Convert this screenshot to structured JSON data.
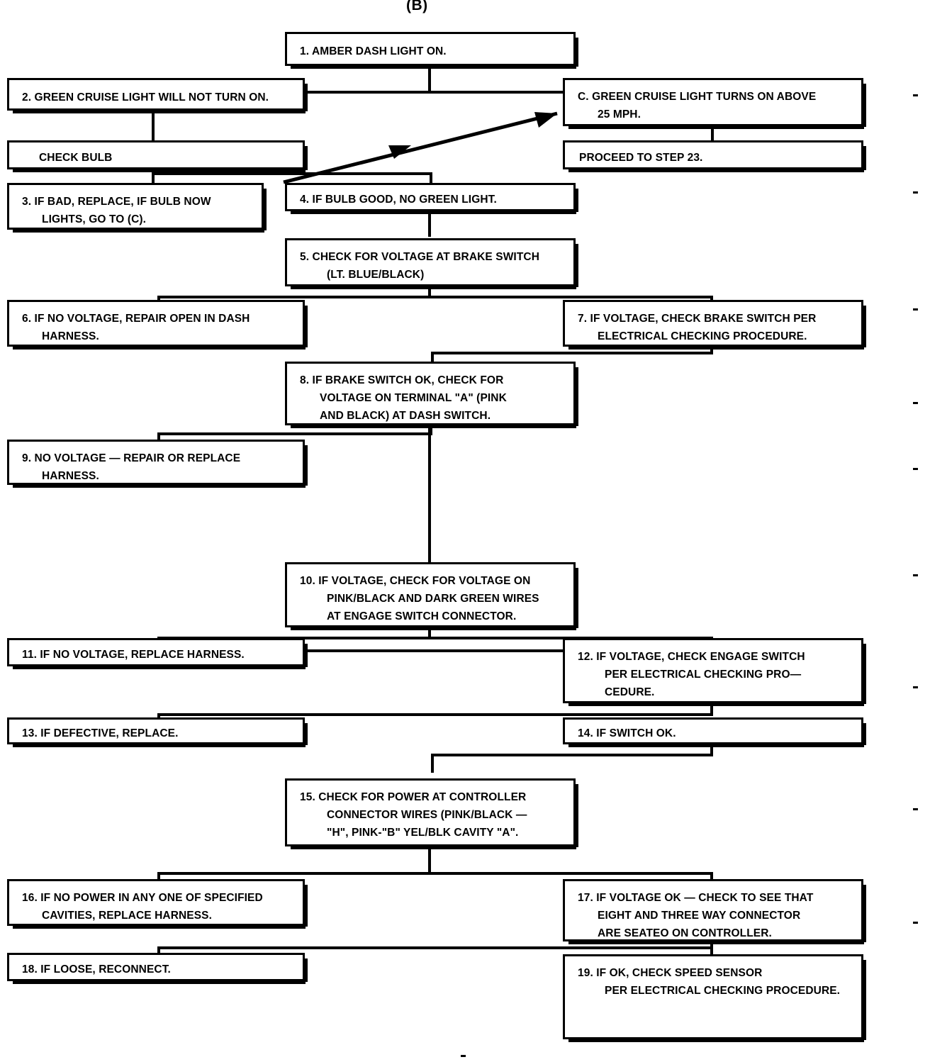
{
  "title": "(B)",
  "nodes": [
    {
      "id": "n1",
      "label": "1. AMBER DASH LIGHT ON."
    },
    {
      "id": "n2",
      "label": "2. GREEN CRUISE LIGHT WILL NOT TURN ON."
    },
    {
      "id": "nC",
      "label": "C. GREEN CRUISE LIGHT TURNS ON ABOVE\n25 MPH."
    },
    {
      "id": "nBulb",
      "label": "CHECK BULB"
    },
    {
      "id": "nProceed",
      "label": "PROCEED TO STEP 23."
    },
    {
      "id": "n3",
      "label": "3. IF BAD, REPLACE, IF BULB NOW\nLIGHTS, GO TO (C)."
    },
    {
      "id": "n4",
      "label": "4. IF BULB GOOD, NO GREEN LIGHT."
    },
    {
      "id": "n5",
      "label": "5.  CHECK FOR VOLTAGE AT BRAKE SWITCH\n(LT. BLUE/BLACK)"
    },
    {
      "id": "n6",
      "label": "6. IF NO VOLTAGE, REPAIR OPEN IN DASH\nHARNESS."
    },
    {
      "id": "n7",
      "label": "7. IF VOLTAGE, CHECK BRAKE SWITCH PER\nELECTRICAL CHECKING PROCEDURE."
    },
    {
      "id": "n8",
      "label": "8. IF BRAKE SWITCH OK, CHECK FOR\nVOLTAGE ON TERMINAL \"A\" (PINK\nAND BLACK) AT DASH SWITCH."
    },
    {
      "id": "n9",
      "label": "9. NO VOLTAGE — REPAIR OR REPLACE\nHARNESS."
    },
    {
      "id": "n10",
      "label": "10.  IF VOLTAGE, CHECK FOR VOLTAGE ON\nPINK/BLACK AND DARK GREEN WIRES\nAT ENGAGE SWITCH CONNECTOR."
    },
    {
      "id": "n11",
      "label": "11. IF NO VOLTAGE, REPLACE HARNESS."
    },
    {
      "id": "n12",
      "label": "12.  IF VOLTAGE, CHECK ENGAGE SWITCH\nPER ELECTRICAL CHECKING PRO—\nCEDURE."
    },
    {
      "id": "n13",
      "label": "13. IF DEFECTIVE, REPLACE."
    },
    {
      "id": "n14",
      "label": "14. IF SWITCH OK."
    },
    {
      "id": "n15",
      "label": "15.  CHECK FOR POWER AT CONTROLLER\nCONNECTOR WIRES (PINK/BLACK —\n\"H\", PINK-\"B\" YEL/BLK CAVITY \"A\"."
    },
    {
      "id": "n16",
      "label": "16. IF NO POWER IN ANY ONE OF SPECIFIED\nCAVITIES, REPLACE HARNESS."
    },
    {
      "id": "n17",
      "label": "17. IF VOLTAGE OK — CHECK TO SEE THAT\nEIGHT AND THREE WAY CONNECTOR\nARE SEATEO ON CONTROLLER."
    },
    {
      "id": "n18",
      "label": "18. IF LOOSE, RECONNECT."
    },
    {
      "id": "n19",
      "label": "19. IF OK, CHECK SPEED SENSOR\nPER ELECTRICAL CHECKING PROCEDURE."
    }
  ],
  "colors": {
    "ink": "#000000",
    "paper": "#ffffff"
  }
}
